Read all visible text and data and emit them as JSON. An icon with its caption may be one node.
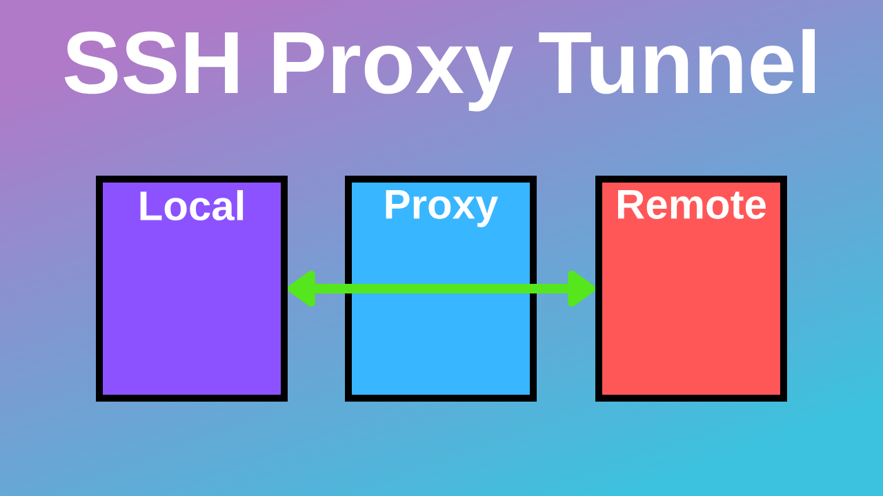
{
  "diagram": {
    "title": "SSH Proxy Tunnel",
    "nodes": [
      {
        "text": [
          "Local"
        ]
      },
      {
        "text": [
          "Proxy"
        ]
      },
      {
        "text": [
          "Remote"
        ]
      }
    ],
    "edges": [
      {
        "from": 1,
        "to": 0,
        "arrow": "to"
      },
      {
        "from": 1,
        "to": 2,
        "arrow": "to"
      }
    ]
  }
}
